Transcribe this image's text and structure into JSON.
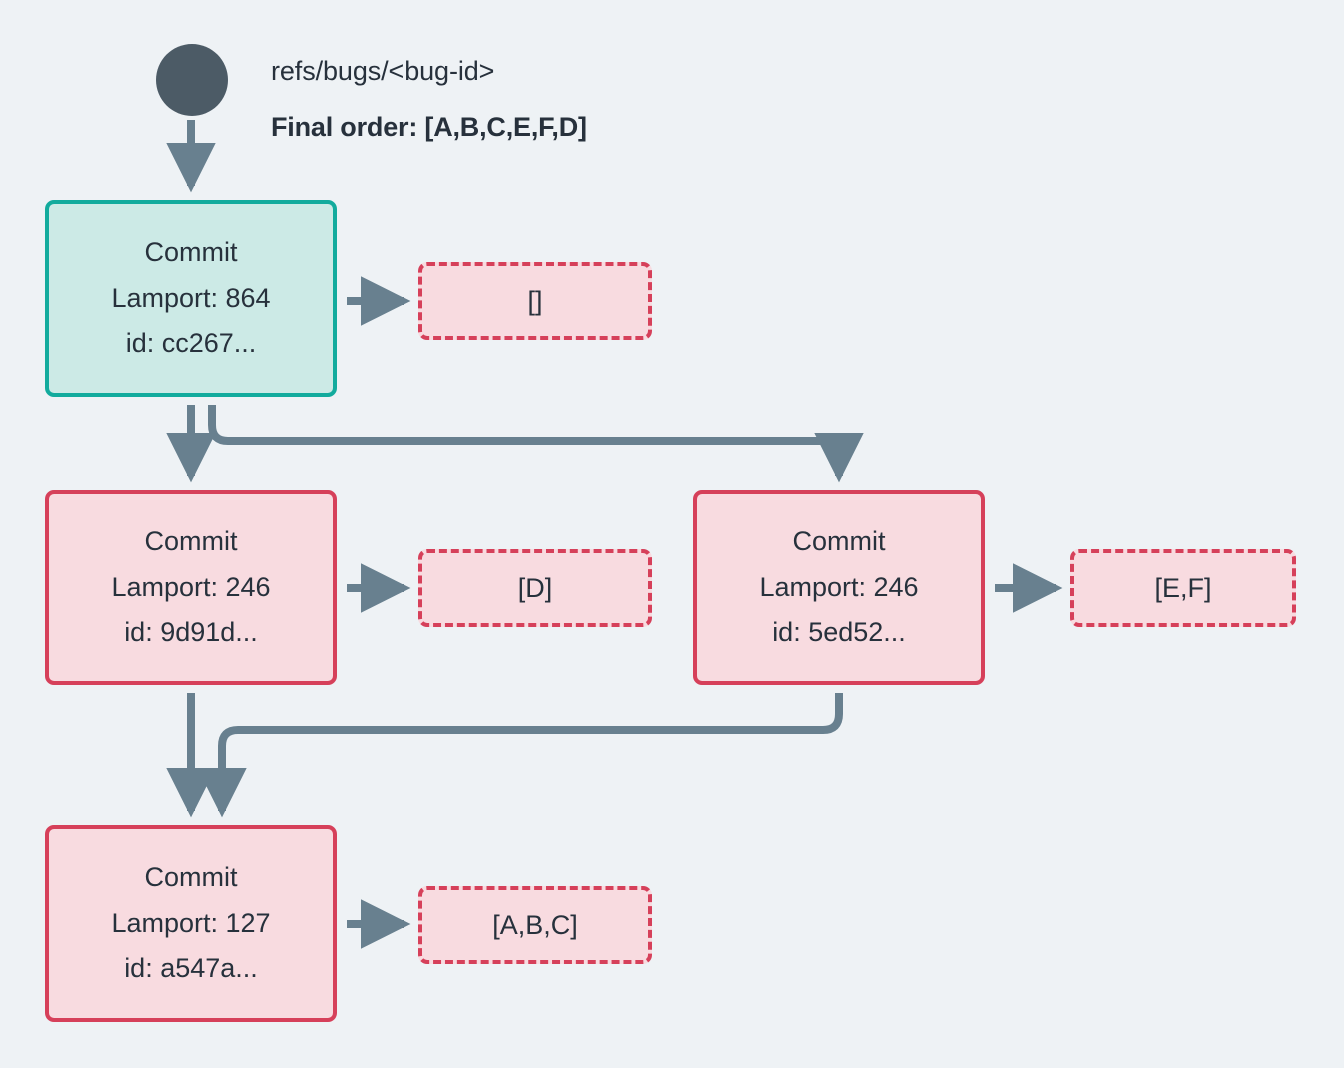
{
  "header": {
    "ref_label": "refs/bugs/<bug-id>",
    "final_order_label": "Final order: [A,B,C,E,F,D]"
  },
  "nodes": {
    "root_ref": {
      "shape": "circle",
      "color": "#4c5b66"
    },
    "commits": [
      {
        "id": "cc267",
        "title": "Commit",
        "lamport_line": "Lamport: 864",
        "id_line": "id: cc267...",
        "lamport": 864,
        "state": "head",
        "border_color": "#12ab9d",
        "fill_color": "#cceae6"
      },
      {
        "id": "9d91d",
        "title": "Commit",
        "lamport_line": "Lamport: 246",
        "id_line": "id: 9d91d...",
        "lamport": 246,
        "state": "normal",
        "border_color": "#d6405a",
        "fill_color": "#f8dbe0"
      },
      {
        "id": "5ed52",
        "title": "Commit",
        "lamport_line": "Lamport: 246",
        "id_line": "id: 5ed52...",
        "lamport": 246,
        "state": "normal",
        "border_color": "#d6405a",
        "fill_color": "#f8dbe0"
      },
      {
        "id": "a547a",
        "title": "Commit",
        "lamport_line": "Lamport: 127",
        "id_line": "id: a547a...",
        "lamport": 127,
        "state": "normal",
        "border_color": "#d6405a",
        "fill_color": "#f8dbe0"
      }
    ],
    "payloads": [
      {
        "for_commit": "cc267",
        "label": "[]"
      },
      {
        "for_commit": "9d91d",
        "label": "[D]"
      },
      {
        "for_commit": "5ed52",
        "label": "[E,F]"
      },
      {
        "for_commit": "a547a",
        "label": "[A,B,C]"
      }
    ]
  },
  "edges": {
    "color": "#68808f",
    "list": [
      {
        "from": "root_ref",
        "to": "cc267"
      },
      {
        "from": "cc267",
        "to": "9d91d"
      },
      {
        "from": "cc267",
        "to": "5ed52"
      },
      {
        "from": "9d91d",
        "to": "a547a"
      },
      {
        "from": "5ed52",
        "to": "a547a"
      },
      {
        "from": "cc267",
        "to": "payload-empty"
      },
      {
        "from": "9d91d",
        "to": "payload-d"
      },
      {
        "from": "5ed52",
        "to": "payload-ef"
      },
      {
        "from": "a547a",
        "to": "payload-abc"
      }
    ]
  },
  "theme": {
    "background": "#eef2f5",
    "text_color": "#27313c",
    "edge_color": "#68808f"
  }
}
